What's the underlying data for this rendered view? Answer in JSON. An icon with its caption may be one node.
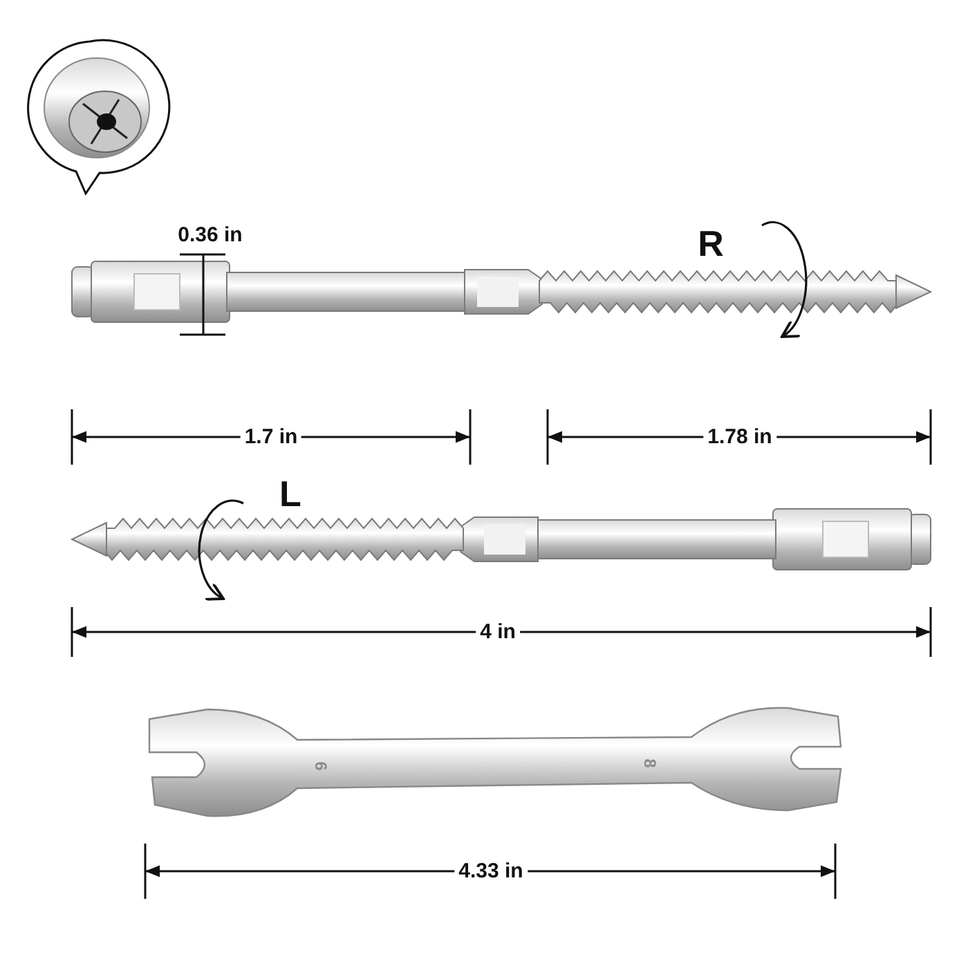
{
  "diagram": {
    "labels": [
      "0.36 in",
      "R",
      "1.7 in",
      "1.78 in",
      "L",
      "4 in",
      "6",
      "8",
      "4.33 in"
    ]
  }
}
